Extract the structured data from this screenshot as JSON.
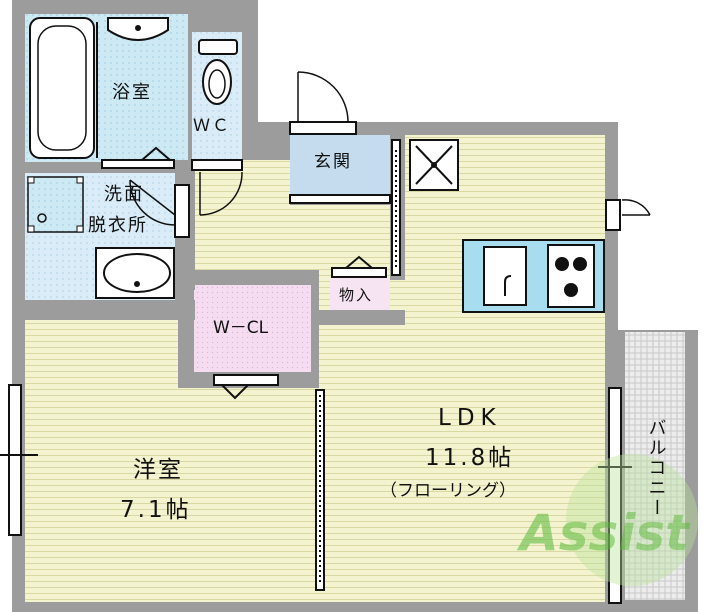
{
  "rooms": {
    "bath": {
      "label": "浴室"
    },
    "wc": {
      "label": "ＷＣ"
    },
    "entrance": {
      "label": "玄関"
    },
    "washroom": {
      "line1": "洗面",
      "line2": "脱衣所"
    },
    "storage": {
      "label": "物入"
    },
    "walk_in_closet": {
      "label": "W－CL"
    },
    "western_room": {
      "line1": "洋室",
      "line2": "7.1帖"
    },
    "ldk": {
      "line1": "LDK",
      "line2": "11.8帖",
      "line3": "（フローリング）"
    },
    "balcony": {
      "label": "バルコニー"
    }
  },
  "watermark": {
    "text": "Assist"
  },
  "colors": {
    "wall": "#9c9c9c",
    "wall_dark": "#111111",
    "floor_wood": "#f4f3cf",
    "floor_wet": "#cde9f4",
    "closet": "#f5dcf0",
    "balcony": "#e9e9e9",
    "kitchen": "#a8dcef",
    "watermark": "#6cc04a"
  }
}
